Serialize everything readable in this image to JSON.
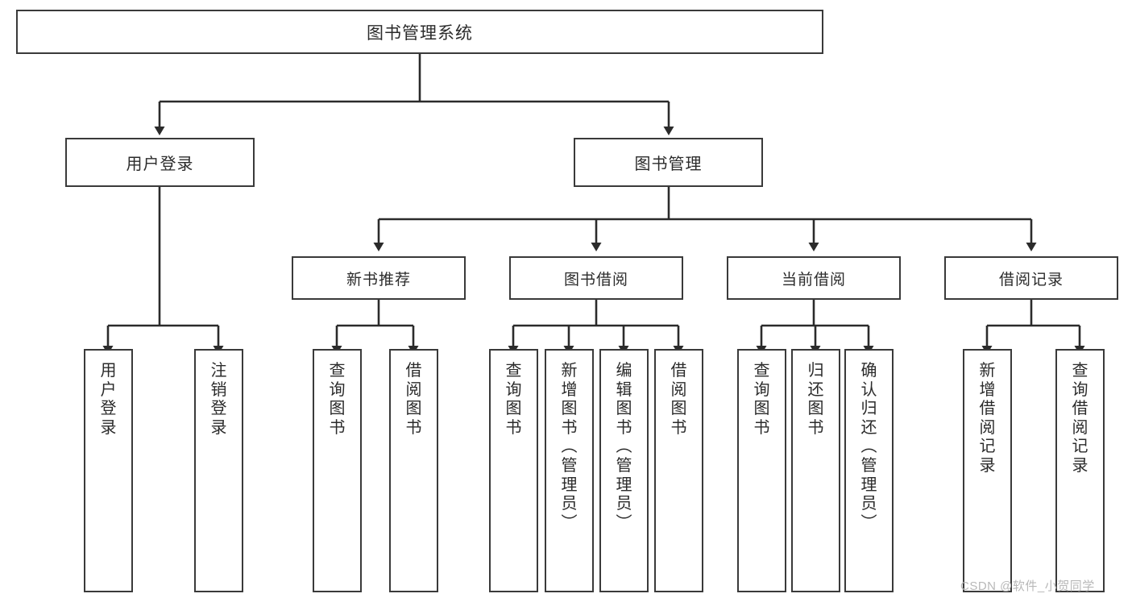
{
  "diagram": {
    "title": "图书管理系统",
    "type": "hierarchy-tree",
    "root": {
      "id": "root",
      "label": "图书管理系统"
    },
    "level2": [
      {
        "id": "user-login",
        "label": "用户登录"
      },
      {
        "id": "book-manage",
        "label": "图书管理"
      }
    ],
    "level3": [
      {
        "id": "new-book-recommend",
        "label": "新书推荐",
        "parent": "book-manage"
      },
      {
        "id": "book-borrow",
        "label": "图书借阅",
        "parent": "book-manage"
      },
      {
        "id": "current-borrow",
        "label": "当前借阅",
        "parent": "book-manage"
      },
      {
        "id": "borrow-record",
        "label": "借阅记录",
        "parent": "book-manage"
      }
    ],
    "leaves": [
      {
        "id": "leaf-user-login",
        "label": "用户登录",
        "parent": "user-login"
      },
      {
        "id": "leaf-logout-login",
        "label": "注销登录",
        "parent": "user-login"
      },
      {
        "id": "leaf-query-book-1",
        "label": "查询图书",
        "parent": "new-book-recommend"
      },
      {
        "id": "leaf-borrow-book-1",
        "label": "借阅图书",
        "parent": "new-book-recommend"
      },
      {
        "id": "leaf-query-book-2",
        "label": "查询图书",
        "parent": "book-borrow"
      },
      {
        "id": "leaf-add-book",
        "label": "新增图书（管理员）",
        "parent": "book-borrow"
      },
      {
        "id": "leaf-edit-book",
        "label": "编辑图书（管理员）",
        "parent": "book-borrow"
      },
      {
        "id": "leaf-borrow-book-2",
        "label": "借阅图书",
        "parent": "book-borrow"
      },
      {
        "id": "leaf-query-book-3",
        "label": "查询图书",
        "parent": "current-borrow"
      },
      {
        "id": "leaf-return-book",
        "label": "归还图书",
        "parent": "current-borrow"
      },
      {
        "id": "leaf-confirm-return",
        "label": "确认归还（管理员）",
        "parent": "current-borrow"
      },
      {
        "id": "leaf-add-record",
        "label": "新增借阅记录",
        "parent": "borrow-record"
      },
      {
        "id": "leaf-query-record",
        "label": "查询借阅记录",
        "parent": "borrow-record"
      }
    ]
  },
  "watermark": {
    "text": "CSDN @软件_小贺同学"
  },
  "colors": {
    "stroke": "#3a3a3a",
    "text": "#2b2b2b",
    "background": "#ffffff",
    "watermark": "#b8b8b8"
  }
}
